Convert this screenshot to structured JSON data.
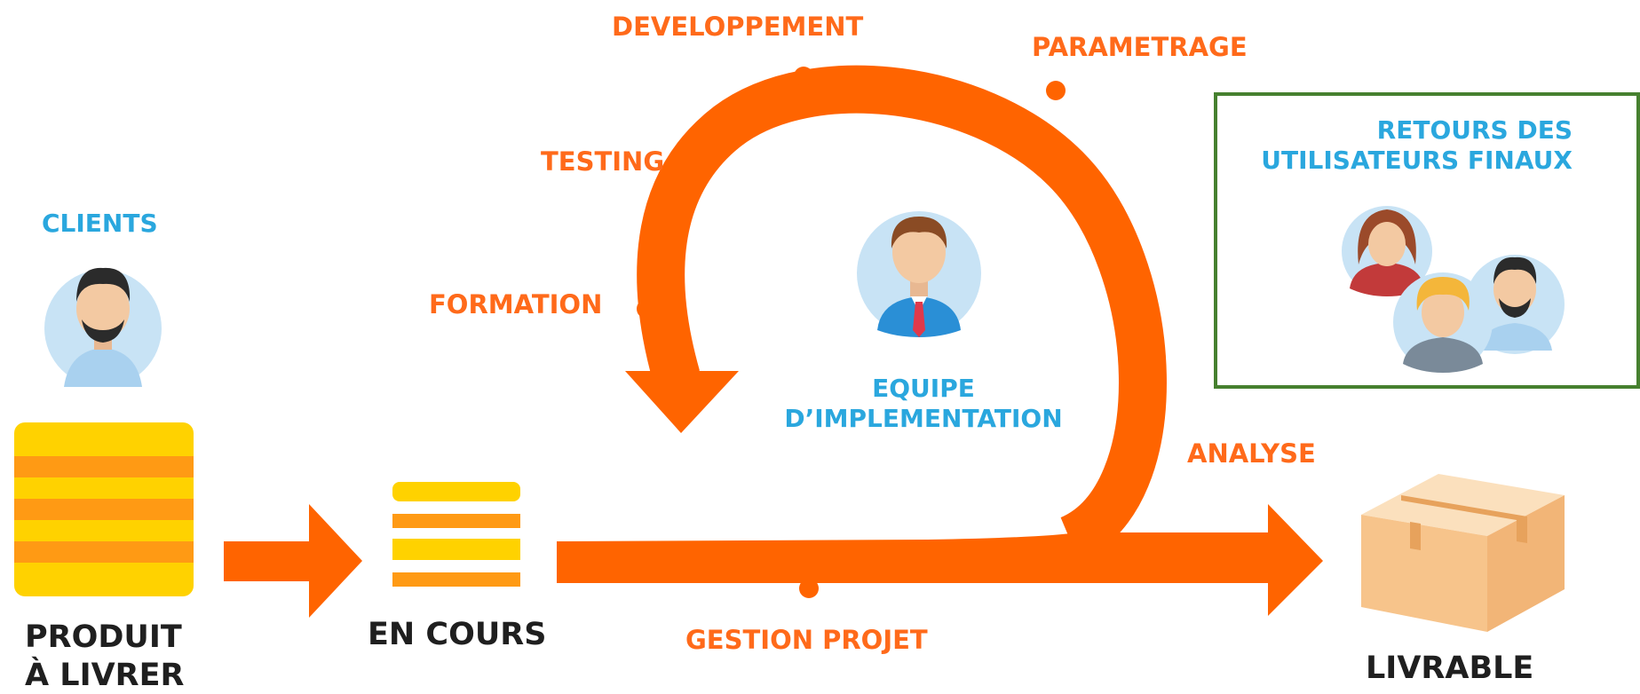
{
  "colors": {
    "flow": "#ff6400",
    "stage_text": "#ff6a1a",
    "role_text": "#2aa7de",
    "caption_text": "#1f1f1f",
    "box_border": "#46802f",
    "stack_yellow": "#ffd200",
    "stack_orange": "#ff9a14",
    "avatar_bg": "#c8e3f5",
    "box_cardboard": "#f7c48b"
  },
  "stages": {
    "developpement": "DEVELOPPEMENT",
    "parametrage": "PARAMETRAGE",
    "testing": "TESTING",
    "formation": "FORMATION",
    "analyse": "ANALYSE",
    "gestion_projet": "GESTION PROJET"
  },
  "roles": {
    "clients": "CLIENTS",
    "team": [
      "EQUIPE",
      "D’IMPLEMENTATION"
    ],
    "feedback": [
      "RETOURS DES",
      "UTILISATEURS FINAUX"
    ]
  },
  "captions": {
    "produit": [
      "PRODUIT",
      "À LIVRER"
    ],
    "en_cours": "EN COURS",
    "livrable": "LIVRABLE"
  },
  "icons": {
    "clients": "man-avatar-icon",
    "team": "businessman-avatar-icon",
    "feedback": [
      "woman-avatar-icon",
      "blonde-avatar-icon",
      "man-avatar-icon"
    ],
    "produit": "striped-stack-icon",
    "en_cours": "partial-stack-icon",
    "livrable": "cardboard-box-icon"
  }
}
